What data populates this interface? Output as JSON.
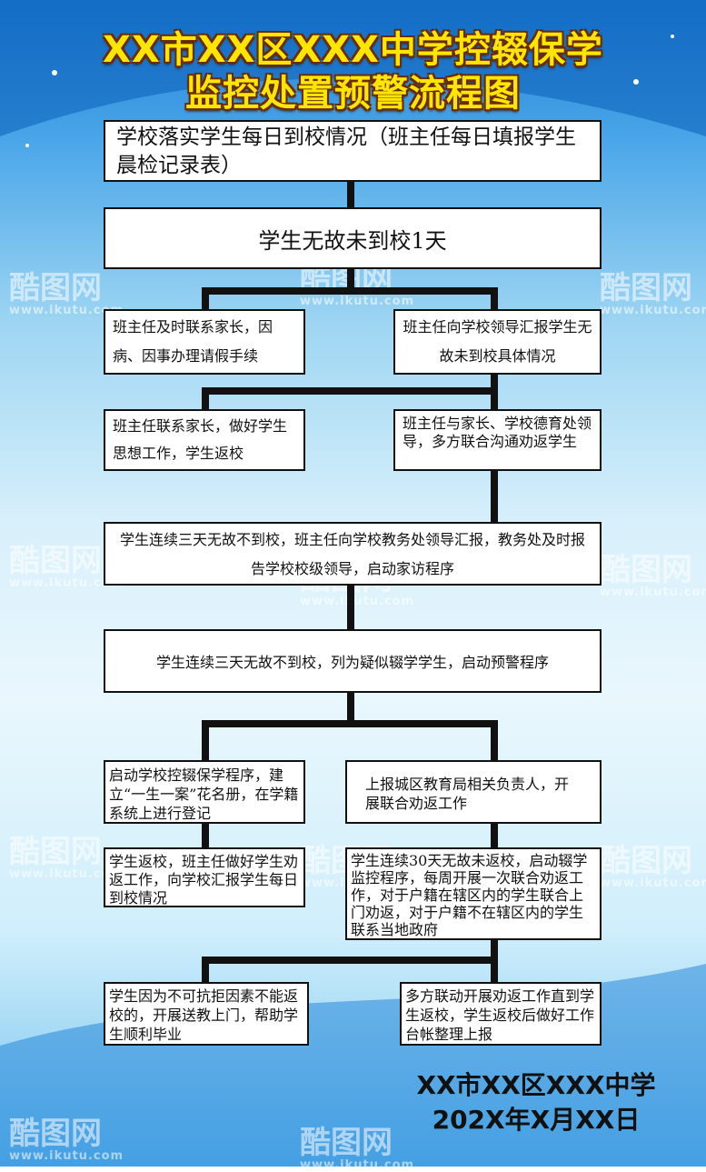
{
  "title": {
    "line1": "XX市XX区XXX中学控辍保学",
    "line2": "监控处置预警流程图"
  },
  "boxes": {
    "b1": "学校落实学生每日到校情况（班主任每日填报学生晨检记录表）",
    "b2": "学生无故未到校1天",
    "b3": "班主任及时联系家长，因病、因事办理请假手续",
    "b4": "班主任向学校领导汇报学生无故未到校具体情况",
    "b5": "班主任联系家长，做好学生思想工作，学生返校",
    "b6": "班主任与家长、学校德育处领导，多方联合沟通劝返学生",
    "b7": "学生连续三天无故不到校，班主任向学校教务处领导汇报，教务处及时报告学校校级领导，启动家访程序",
    "b8": "学生连续三天无故不到校，列为疑似辍学学生，启动预警程序",
    "b9": "启动学校控辍保学程序，建立“一生一案”花名册，在学籍系统上进行登记",
    "b10": "上报城区教育局相关负责人，开展联合劝返工作",
    "b11": "学生返校，班主任做好学生劝返工作，向学校汇报学生每日到校情况",
    "b12": "学生连续30天无故未返校，启动辍学监控程序，每周开展一次联合劝返工作，对于户籍在辖区内的学生联合上门劝返，对于户籍不在辖区内的学生联系当地政府",
    "b13": "学生因为不可抗拒因素不能返校的，开展送教上门，帮助学生顺利毕业",
    "b14": "多方联动开展劝返工作直到学生返校，学生返校后做好工作台帐整理上报"
  },
  "footer": {
    "school": "XX市XX区XXX中学",
    "date": "202X年X月XX日"
  },
  "watermark": {
    "brand": "酷图网",
    "url": "www.ikutu.com"
  }
}
